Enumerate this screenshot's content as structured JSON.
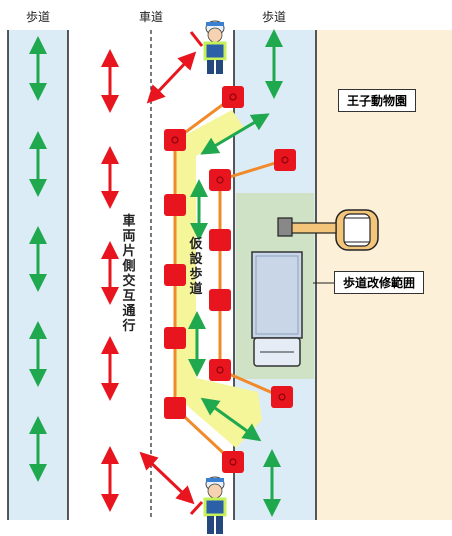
{
  "headers": {
    "left_sidewalk": "歩道",
    "roadway": "車道",
    "right_sidewalk": "歩道"
  },
  "labels": {
    "alternating_traffic": "車両片側交互通行",
    "temporary_walkway": "仮設歩道",
    "zoo": "王子動物園",
    "repair_area": "歩道改修範囲"
  },
  "colors": {
    "sidewalk": "#dcecf7",
    "zoo_area": "#fdf0d8",
    "work_area": "#cfe2c6",
    "temp_walkway": "#f5f59a",
    "cone": "#e8141e",
    "barrier": "#f08a2a",
    "vehicle_arrow": "#e8141e",
    "pedestrian_arrow": "#1fa84d"
  },
  "icons": [
    "flagger-icon",
    "excavator-icon",
    "truck-icon",
    "traffic-cone-icon"
  ]
}
